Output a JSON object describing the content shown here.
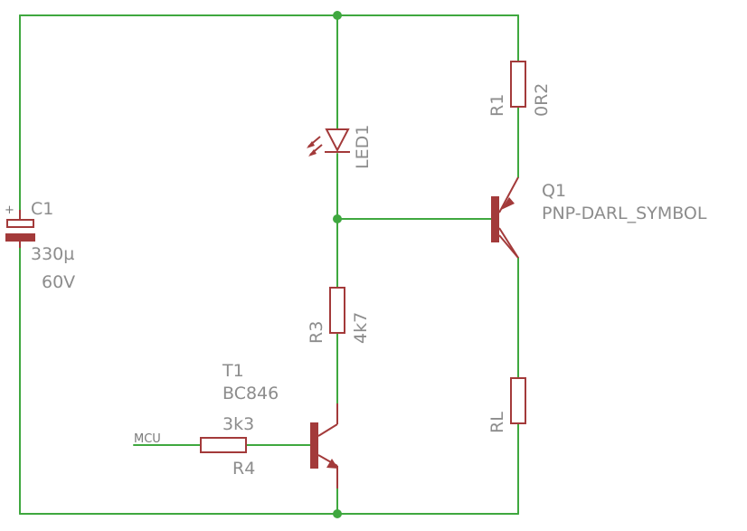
{
  "components": {
    "c1": {
      "name": "C1",
      "value": "330µ",
      "voltage": "60V",
      "polarity": "+"
    },
    "led1": {
      "name": "LED1"
    },
    "r1": {
      "name": "R1",
      "value": "0R2"
    },
    "q1": {
      "name": "Q1",
      "value": "PNP-DARL_SYMBOL"
    },
    "r3": {
      "name": "R3",
      "value": "4k7"
    },
    "t1": {
      "name": "T1",
      "value": "BC846"
    },
    "r4": {
      "name": "R4",
      "value": "3k3"
    },
    "rl": {
      "name": "RL"
    }
  },
  "nets": {
    "input": "MCU"
  },
  "colors": {
    "wire": "#3fa83f",
    "component": "#a33a3a",
    "label": "#8c8c8c"
  }
}
